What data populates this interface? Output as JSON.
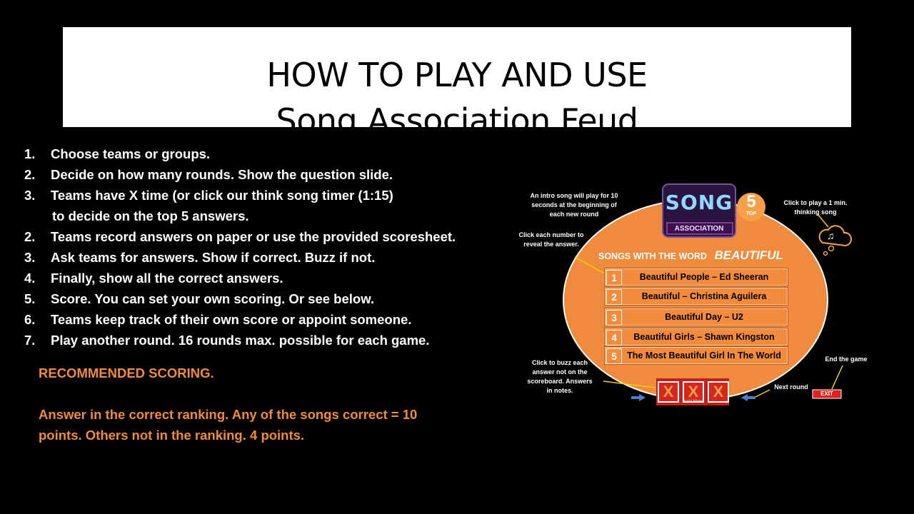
{
  "title": {
    "line1": "HOW TO PLAY AND USE",
    "line2": "Song Association Feud"
  },
  "steps": [
    {
      "num": "1.",
      "text": "Choose teams or groups."
    },
    {
      "num": "2.",
      "text": "Decide on how many rounds. Show the question slide."
    },
    {
      "num": "3.",
      "text": "Teams have X time (or click our think song timer (1:15)"
    },
    {
      "num": "",
      "text": "to decide on the top 5 answers."
    },
    {
      "num": "2.",
      "text": "Teams record answers on paper or use the provided scoresheet."
    },
    {
      "num": "3.",
      "text": "Ask teams for answers. Show if correct. Buzz if not."
    },
    {
      "num": "4.",
      "text": "Finally, show all the correct answers."
    },
    {
      "num": "5.",
      "text": "Score.  You can set your own scoring.  Or see below."
    },
    {
      "num": "6.",
      "text": "Teams keep track of their own score or appoint someone."
    },
    {
      "num": "7.",
      "text": "Play another round.  16 rounds max. possible for each game."
    }
  ],
  "scoring": {
    "heading": "RECOMMENDED SCORING.",
    "line1": "Answer in the correct ranking.   Any of the songs correct = 10",
    "line2": "points.    Others not in the ranking.  4 points."
  },
  "preview": {
    "logo_top": "SONG",
    "logo_bottom": "ASSOCIATION",
    "badge_num": "5",
    "badge_text": "TOP",
    "question_prefix": "SONGS WITH THE WORD",
    "question_word": "BEAUTIFUL",
    "answers": [
      {
        "num": "1",
        "text": "Beautiful People – Ed Sheeran"
      },
      {
        "num": "2",
        "text": "Beautiful – Christina Aguilera"
      },
      {
        "num": "3",
        "text": "Beautiful Day – U2"
      },
      {
        "num": "4",
        "text": "Beautiful Girls – Shawn Kingston"
      },
      {
        "num": "5",
        "text": "The Most Beautiful Girl In The World"
      }
    ],
    "buzz": {
      "mark": "X",
      "label": "Buzz More"
    },
    "exit_label": "EXIT",
    "notes": {
      "intro_song": "An intro song will play for 10 seconds at the beginning of each new round",
      "thinking_song": "Click to play a 1 min. thinking song",
      "reveal": "Click each number to reveal the answer.",
      "buzz": "Click to buzz each answer not on the scoreboard. Answers in notes.",
      "end_game": "End the game",
      "next_round": "Next round"
    }
  },
  "colors": {
    "background": "#000000",
    "accent_orange": "#f08a3c",
    "buzz_red": "#d8261d"
  }
}
